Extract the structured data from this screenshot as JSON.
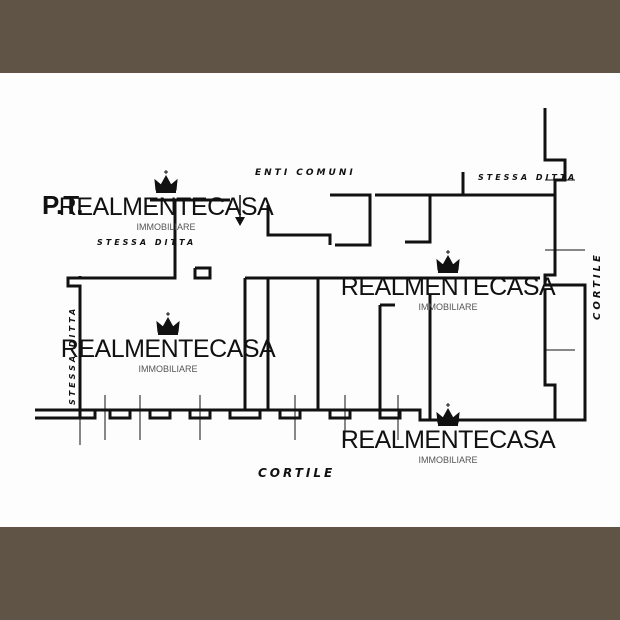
{
  "floor_label": "P.T.",
  "labels": {
    "enti_comuni": "ENTI COMUNI",
    "stessa_ditta_top_left": "STESSA DITTA",
    "stessa_ditta_top_right": "STESSA DITTA",
    "stessa_ditta_left": "STESSA DITTA",
    "cortile_bottom": "CORTILE",
    "cortile_right": "CORTILE"
  },
  "watermark": {
    "name": "REALMENTECASA",
    "subtitle": "IMMOBILIARE",
    "icon": "crown-icon"
  },
  "colors": {
    "band": "#5f5446",
    "ink": "#111111"
  }
}
